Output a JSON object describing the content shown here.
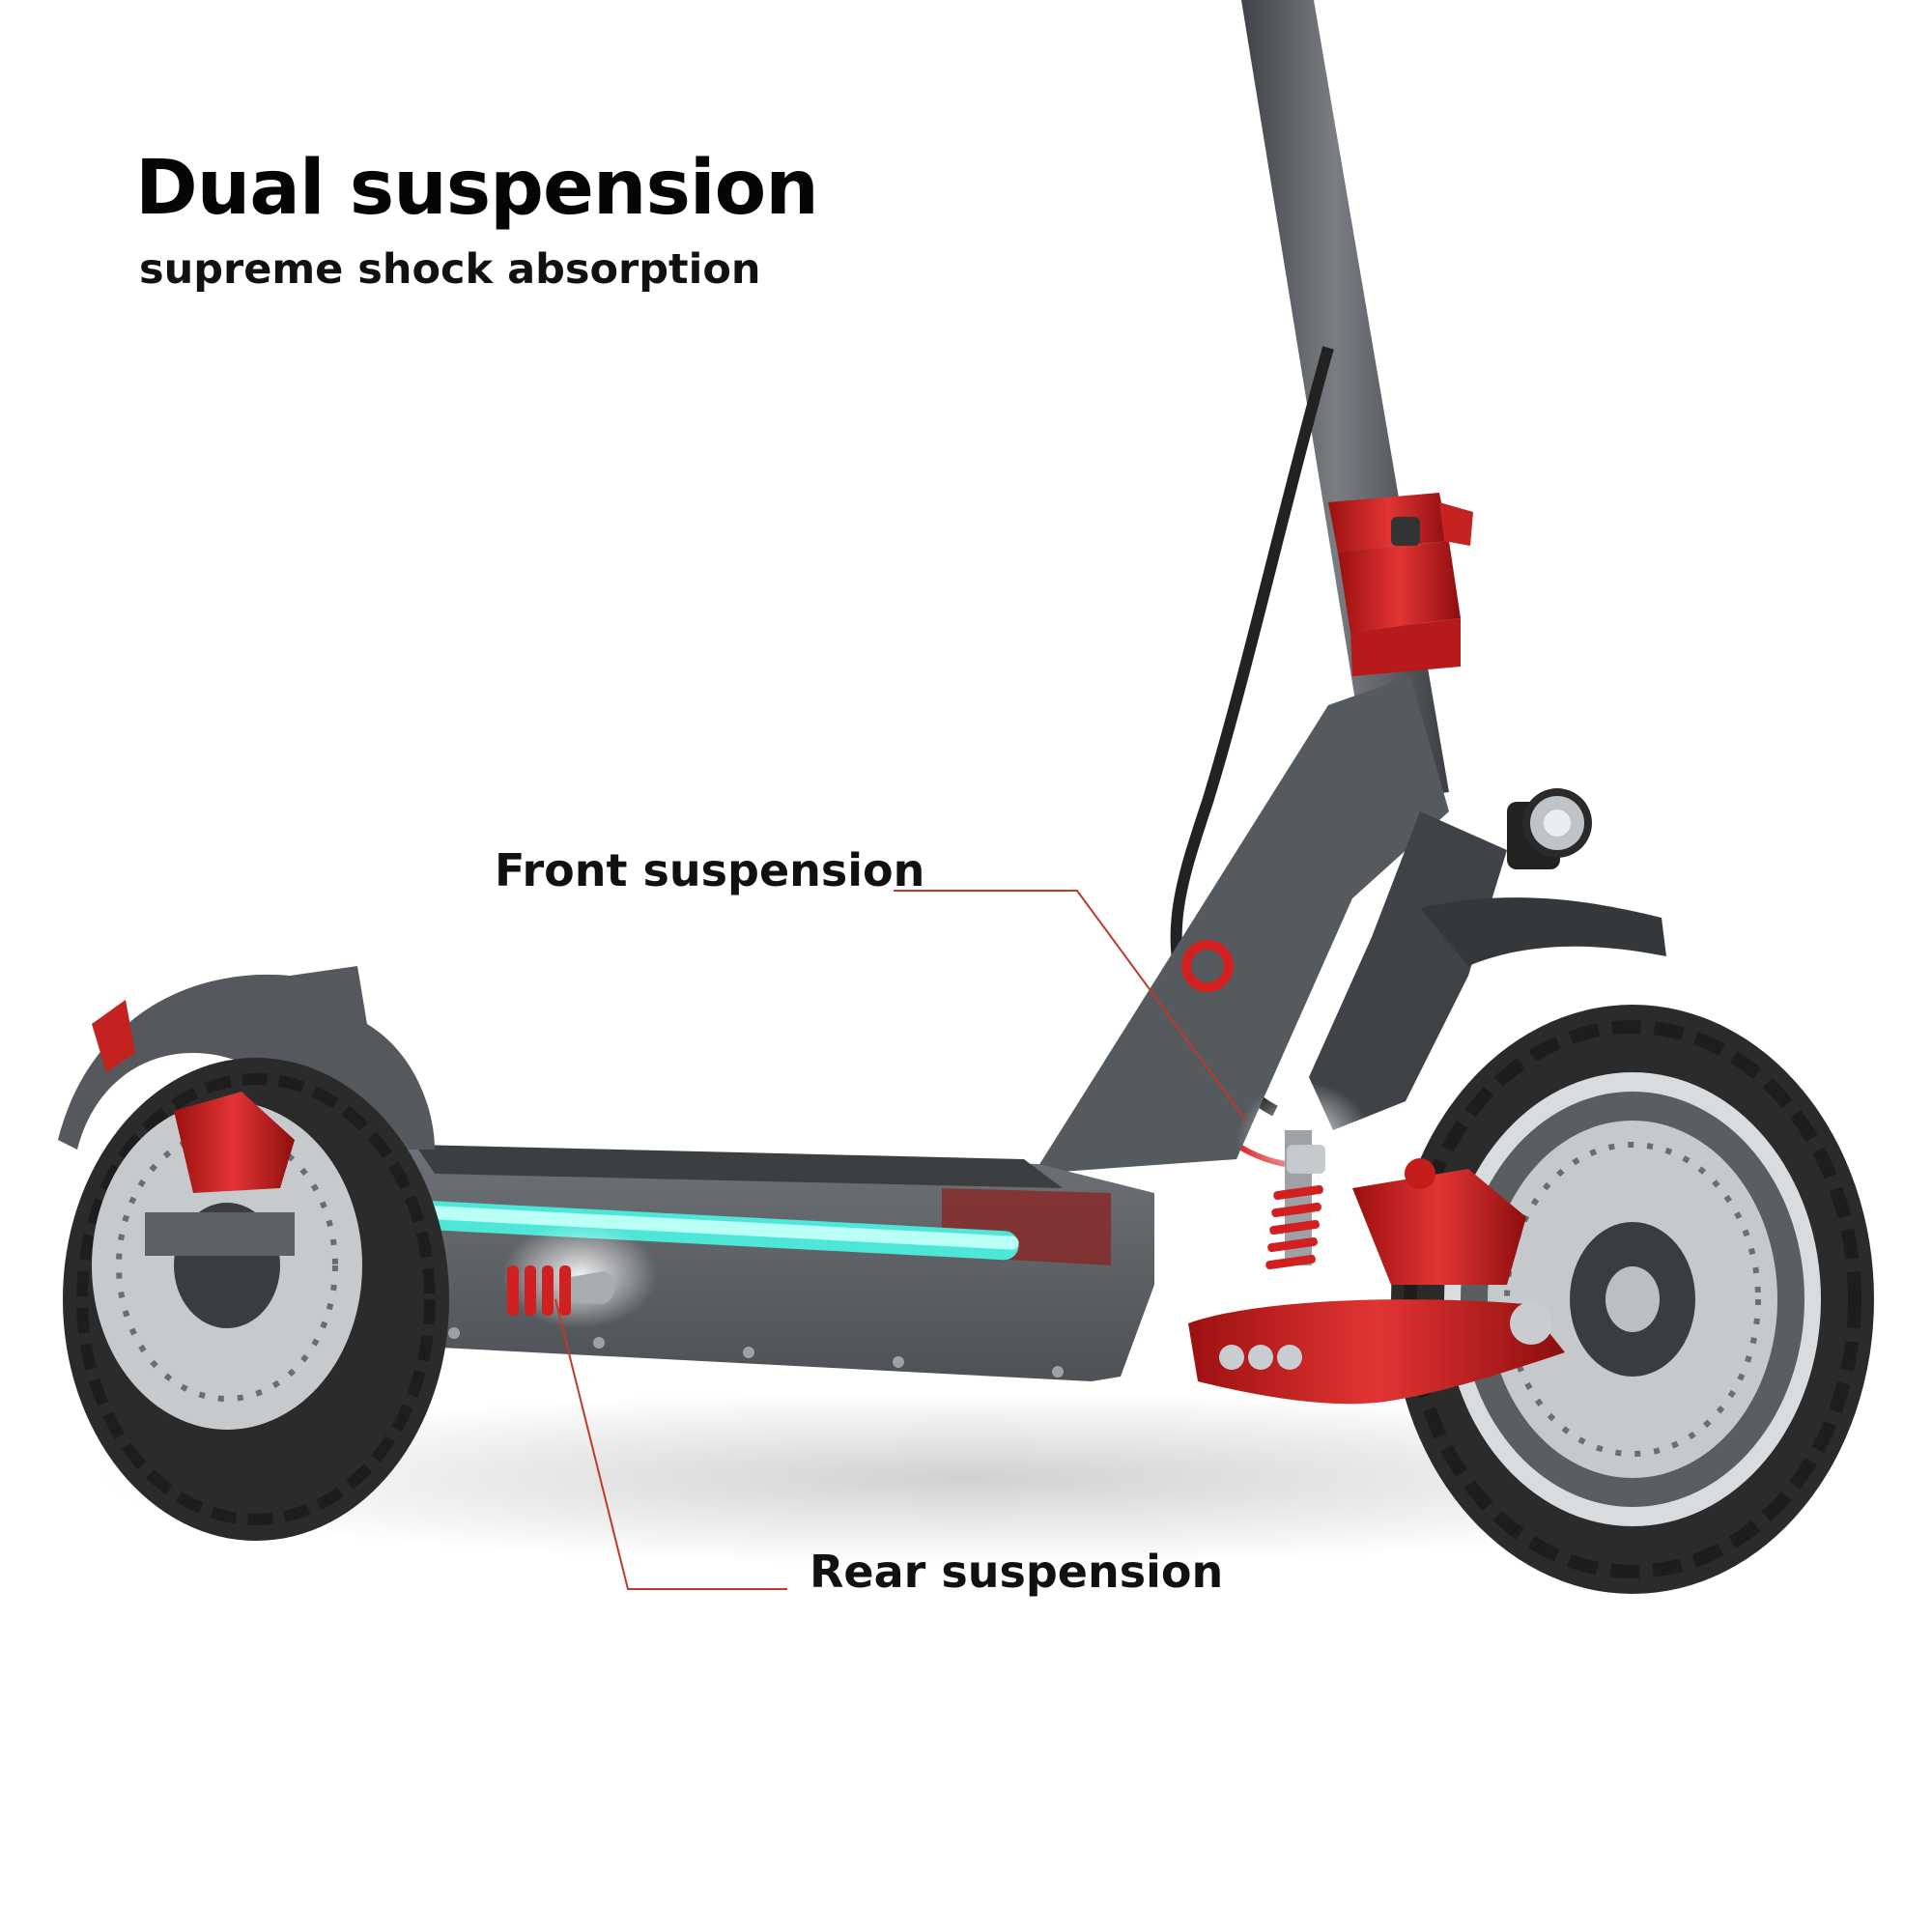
{
  "headline": "Dual suspension",
  "subheadline": "supreme shock absorption",
  "callouts": {
    "front": "Front suspension",
    "rear": "Rear suspension"
  },
  "colors": {
    "frame": "#5f6266",
    "accent_red": "#d41e1e",
    "deck_light": "#4ee6d6",
    "tire": "#2b2b2b",
    "leader_line": "#c0392b"
  }
}
